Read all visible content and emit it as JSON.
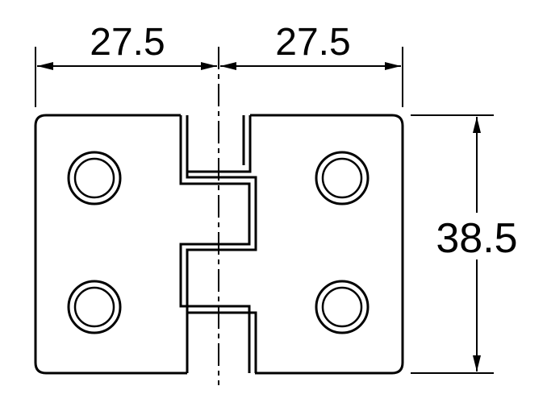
{
  "dimensions": {
    "left_width": "27.5",
    "right_width": "27.5",
    "height": "38.5"
  },
  "colors": {
    "line": "#000000",
    "background": "#ffffff"
  }
}
